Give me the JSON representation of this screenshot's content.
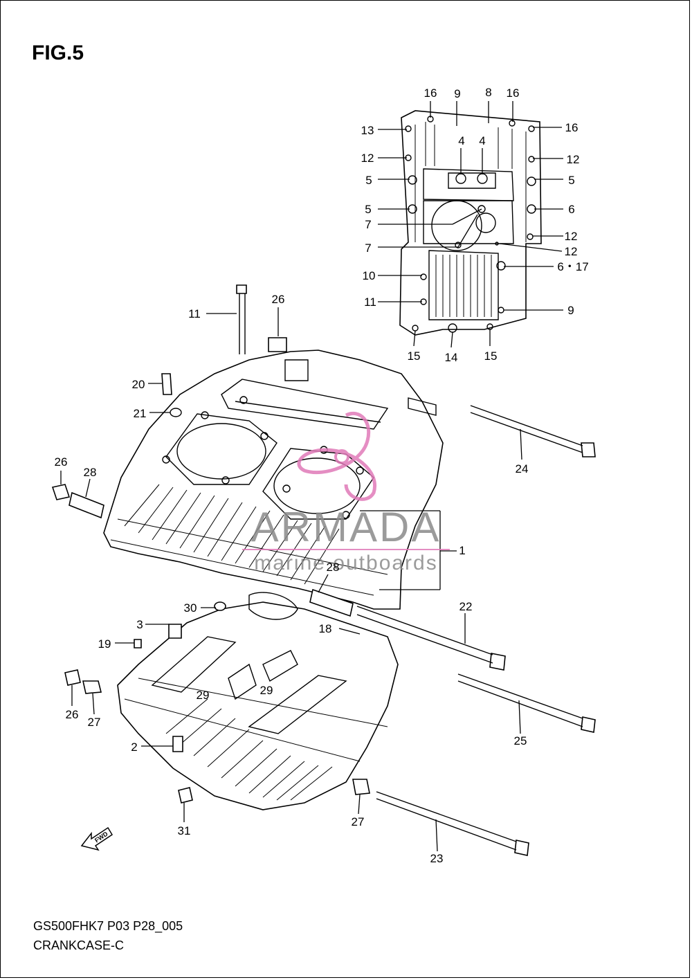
{
  "figure": {
    "title": "FIG.5"
  },
  "footer": {
    "code": "GS500FHK7 P03 P28_005",
    "name": "CRANKCASE-C"
  },
  "watermark": {
    "brand": "ARMADA",
    "tagline": "marine outboards",
    "color_brand": "#8a8a8a",
    "color_logo": "#e07ab8"
  },
  "fwd_label": "FWD",
  "callouts": {
    "c16a": "16",
    "c9a": "9",
    "c8": "8",
    "c16b": "16",
    "c13": "13",
    "c16c": "16",
    "c4a": "4",
    "c4b": "4",
    "c12a": "12",
    "c12b": "12",
    "c5a": "5",
    "c5b": "5",
    "c5c": "5",
    "c6": "6",
    "c7a": "7",
    "c12c": "12",
    "c7b": "7",
    "c12d": "12",
    "c10": "10",
    "c617": "6・17",
    "c11a": "11",
    "c9b": "9",
    "c15a": "15",
    "c14": "14",
    "c15b": "15",
    "c11b": "11",
    "c26a": "26",
    "c20": "20",
    "c21": "21",
    "c24": "24",
    "c26b": "26",
    "c28a": "28",
    "c1": "1",
    "c28b": "28",
    "c22": "22",
    "c30": "30",
    "c3": "3",
    "c18": "18",
    "c19": "19",
    "c29a": "29",
    "c29b": "29",
    "c26c": "26",
    "c27a": "27",
    "c25": "25",
    "c2": "2",
    "c31": "31",
    "c27b": "27",
    "c23": "23"
  }
}
